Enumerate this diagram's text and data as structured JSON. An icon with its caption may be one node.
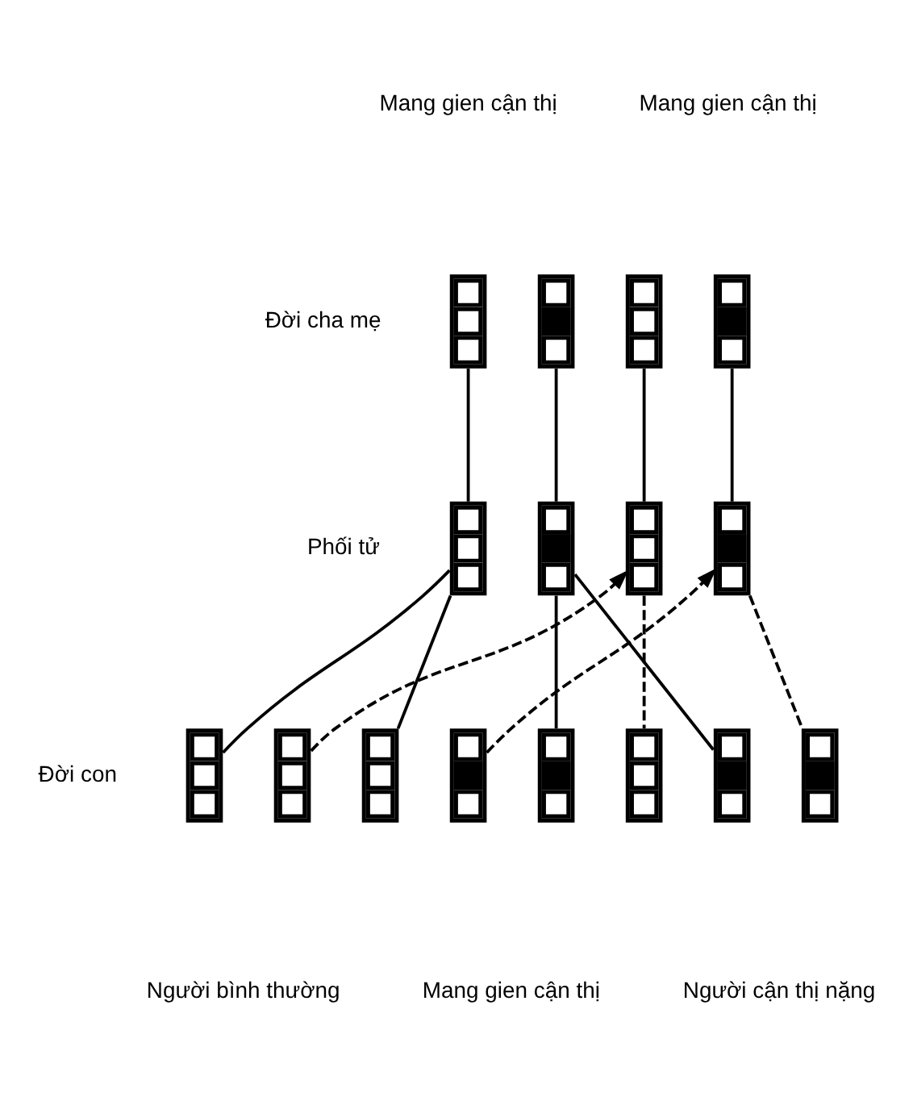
{
  "diagram": {
    "nodes": [
      {
        "text": [],
        "shape": "box"
      },
      {
        "text": [],
        "shape": "box"
      },
      {
        "text": [],
        "shape": "box"
      },
      {
        "text": [],
        "shape": "box"
      },
      {
        "text": [],
        "shape": "box"
      },
      {
        "text": [],
        "shape": "box"
      },
      {
        "text": [],
        "shape": "box"
      },
      {
        "text": [],
        "shape": "box"
      },
      {
        "text": [],
        "shape": "box"
      },
      {
        "text": [],
        "shape": "box"
      },
      {
        "text": [],
        "shape": "box"
      },
      {
        "text": [],
        "shape": "box"
      },
      {
        "text": [],
        "shape": "box"
      },
      {
        "text": [],
        "shape": "box"
      },
      {
        "text": [],
        "shape": "box"
      },
      {
        "text": [],
        "shape": "box"
      }
    ],
    "edges": [
      {
        "from": 0,
        "to": 4,
        "arrow": "none"
      },
      {
        "from": 1,
        "to": 5,
        "arrow": "none"
      },
      {
        "from": 2,
        "to": 6,
        "arrow": "none"
      },
      {
        "from": 3,
        "to": 7,
        "arrow": "none"
      },
      {
        "from": 4,
        "to": 8,
        "arrow": "none"
      },
      {
        "from": 4,
        "to": 10,
        "arrow": "none"
      },
      {
        "from": 9,
        "to": 6,
        "arrow": "to",
        "style": "dashed"
      },
      {
        "from": 5,
        "to": 12,
        "arrow": "none"
      },
      {
        "from": 5,
        "to": 14,
        "arrow": "none"
      },
      {
        "from": 11,
        "to": 7,
        "arrow": "to",
        "style": "dashed"
      },
      {
        "from": 6,
        "to": 13,
        "arrow": "none",
        "style": "dashed"
      },
      {
        "from": 7,
        "to": 15,
        "arrow": "none",
        "style": "dashed"
      }
    ],
    "labels": [
      "Mang gien cận thị",
      "Mang gien cận thị",
      "Đời cha mẹ",
      "Phối tử",
      "Đời con",
      "Người bình thường",
      "Mang gien cận thị",
      "Người cận thị nặng"
    ]
  }
}
